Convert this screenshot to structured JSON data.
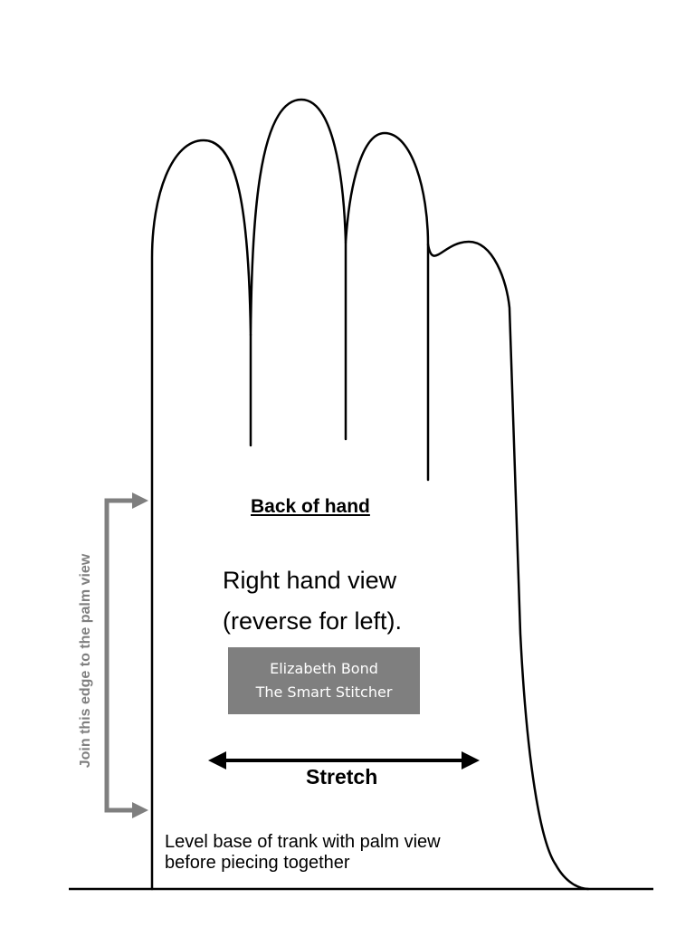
{
  "labels": {
    "back_of_hand": "Back of hand",
    "view_line_1": "Right hand view",
    "view_line_2": "(reverse for left).",
    "stretch": "Stretch",
    "base_note_line_1": "Level base of trank with palm view",
    "base_note_line_2": "before piecing together",
    "join_note": "Join this edge to the palm view"
  },
  "credit": {
    "line_1": "Elizabeth Bond",
    "line_2": "The Smart Stitcher"
  },
  "colors": {
    "outline": "#000000",
    "join_arrow": "#7f7f7f",
    "credit_background": "#7f7f7f",
    "credit_text": "#ffffff"
  }
}
